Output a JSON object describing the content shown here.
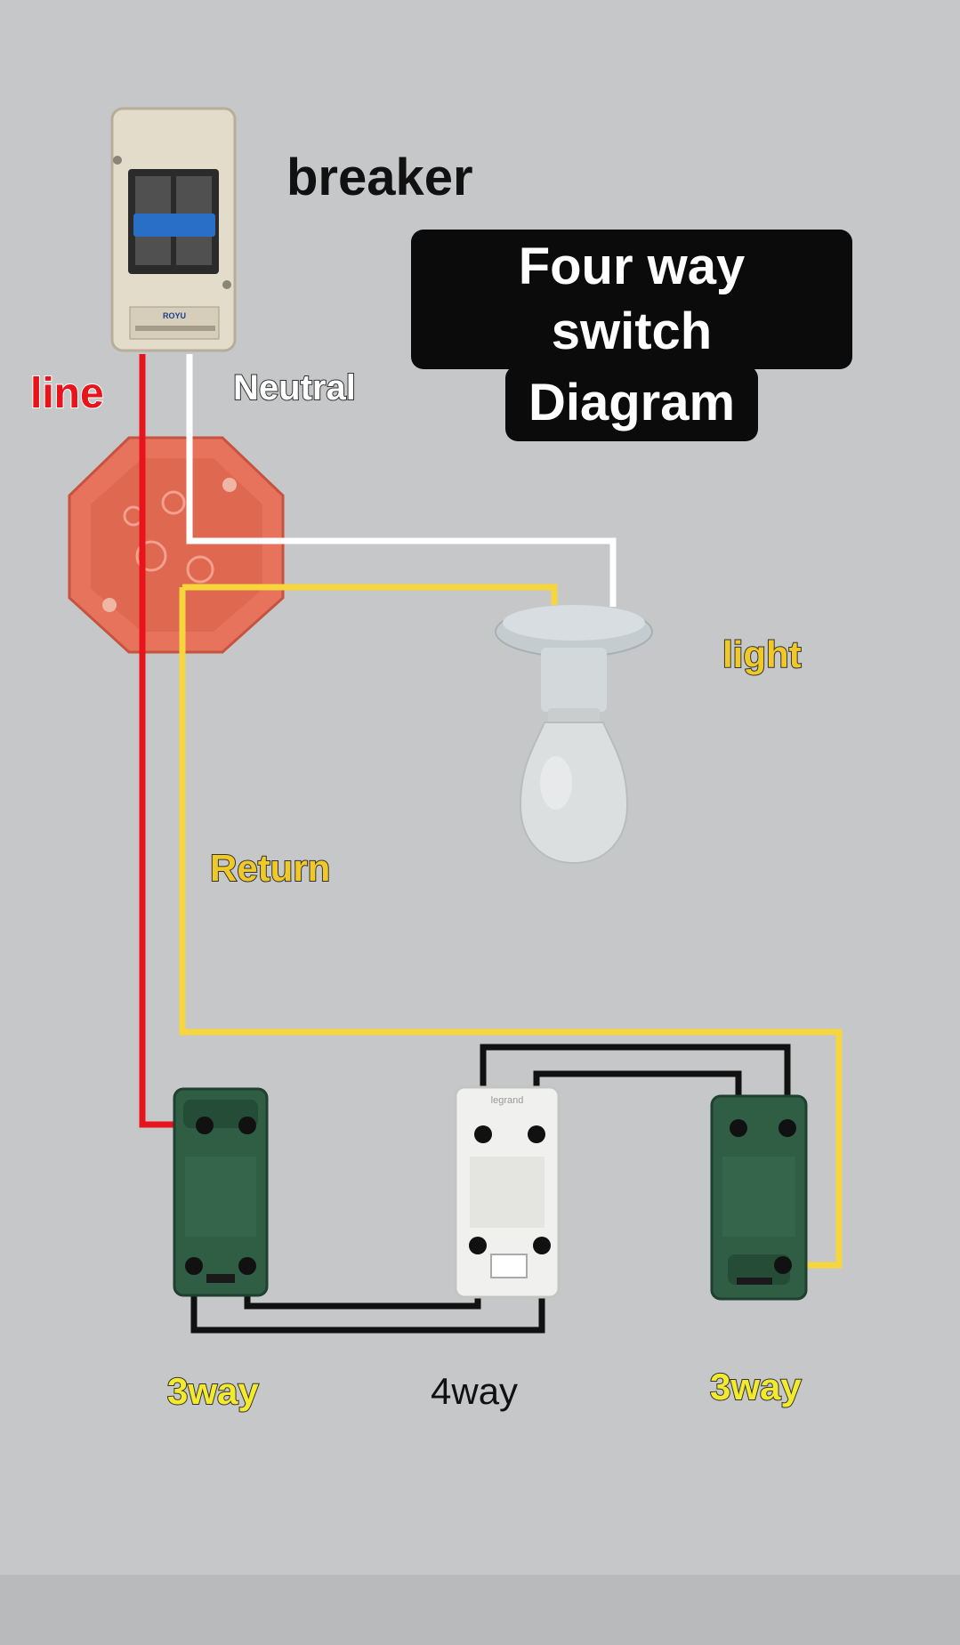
{
  "title": {
    "line1": "Four way switch",
    "line2": "Diagram"
  },
  "labels": {
    "breaker": "breaker",
    "line": "line",
    "neutral": "Neutral",
    "light": "light",
    "return": "Return",
    "switch_left": "3way",
    "switch_middle": "4way",
    "switch_right": "3way"
  },
  "breaker_brand": "ROYU",
  "switch_brand": "legrand",
  "colors": {
    "line_wire": "#e8141c",
    "neutral_wire": "#ffffff",
    "return_wire": "#f6d63c",
    "traveler_wire": "#111111",
    "junction_box": "#e8735d",
    "breaker_body": "#e3dccb",
    "breaker_lever": "#2a6fc7",
    "three_way_switch": "#2f5e44",
    "four_way_switch": "#f0f0ee",
    "bulb": "#dcdfe0",
    "background": "#c6c7c9"
  }
}
